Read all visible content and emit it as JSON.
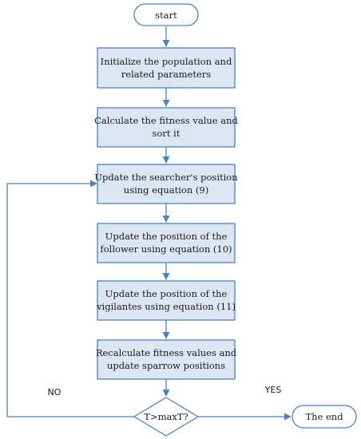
{
  "diagram": {
    "nodes": {
      "start": {
        "lines": [
          "start"
        ]
      },
      "init": {
        "lines": [
          "Initialize the population and",
          "related parameters"
        ]
      },
      "fitness": {
        "lines": [
          "Calculate the fitness value and",
          "sort it"
        ]
      },
      "searcher": {
        "lines": [
          "Update the searcher's position",
          "using equation (9)"
        ]
      },
      "follower": {
        "lines": [
          "Update the position of the",
          "follower using equation (10)"
        ]
      },
      "vigilantes": {
        "lines": [
          "Update the position of the",
          "vigilantes using equation (11)"
        ]
      },
      "recalc": {
        "lines": [
          "Recalculate fitness values and",
          "update sparrow positions"
        ]
      },
      "decision": {
        "lines": [
          "T>maxT?"
        ]
      },
      "end": {
        "lines": [
          "The end"
        ]
      }
    },
    "edge_labels": {
      "no": "NO",
      "yes": "YES"
    },
    "colors": {
      "box_fill": "#dce6f2",
      "stroke": "#4f81bd",
      "text": "#1a1a1a"
    }
  }
}
